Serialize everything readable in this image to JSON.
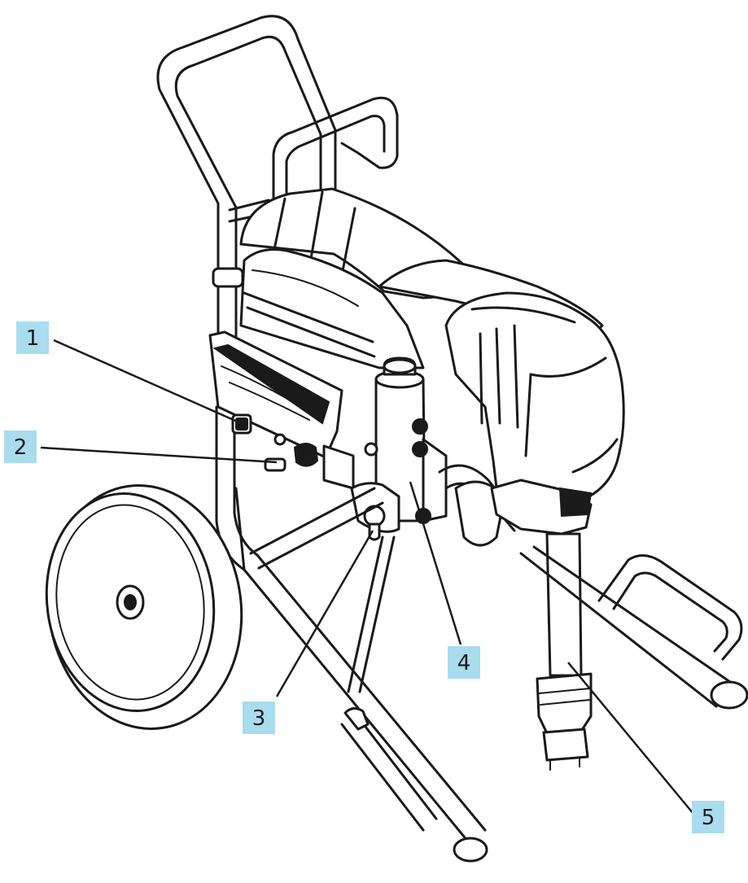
{
  "diagram": {
    "badge_color": "#a9dcef",
    "line_color": "#1a1a1a",
    "callouts": [
      {
        "label": "1"
      },
      {
        "label": "2"
      },
      {
        "label": "3"
      },
      {
        "label": "4"
      },
      {
        "label": "5"
      }
    ]
  }
}
